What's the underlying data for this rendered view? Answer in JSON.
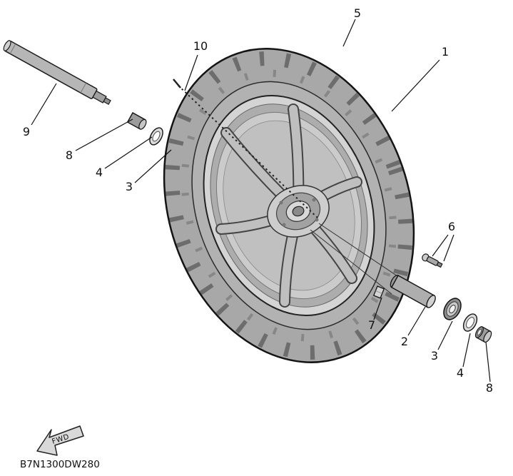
{
  "colors": {
    "outline": "#1a1a1a",
    "tire": "#a8a8a8",
    "rim": "#d2d2d2",
    "metal": "#aeaeae"
  },
  "callouts": [
    {
      "label": "5"
    },
    {
      "label": "1"
    },
    {
      "label": "10"
    },
    {
      "label": "9"
    },
    {
      "label": "8"
    },
    {
      "label": "4"
    },
    {
      "label": "3"
    },
    {
      "label": "6"
    },
    {
      "label": "7"
    },
    {
      "label": "2"
    },
    {
      "label": "3"
    },
    {
      "label": "4"
    },
    {
      "label": "8"
    }
  ],
  "fwd_arrow": {
    "label": "FWD"
  },
  "footer": {
    "part_code": "B7N1300DW280"
  }
}
